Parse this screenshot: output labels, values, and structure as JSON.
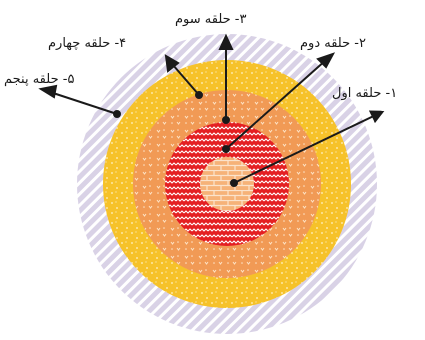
{
  "labels": {
    "ring1": "۱- حلقه اول",
    "ring2": "۲- حلقه دوم",
    "ring3": "۳- حلقه سوم",
    "ring4": "۴- حلقه چهارم",
    "ring5": "۵- حلقه پنجم"
  },
  "colors": {
    "ring5_base": "#d9d2e6",
    "ring5_stripe": "#ffffff",
    "ring4_base": "#f6c22a",
    "ring4_dot": "#fff3c8",
    "ring3_base": "#f19a55",
    "ring3_dot": "#fde3c6",
    "ring2_base": "#e41f22",
    "ring2_wave": "#ffffff",
    "ring1_base": "#f6b278",
    "ring1_mortar": "#fbe3cc",
    "arrow": "#1a1a1a"
  }
}
